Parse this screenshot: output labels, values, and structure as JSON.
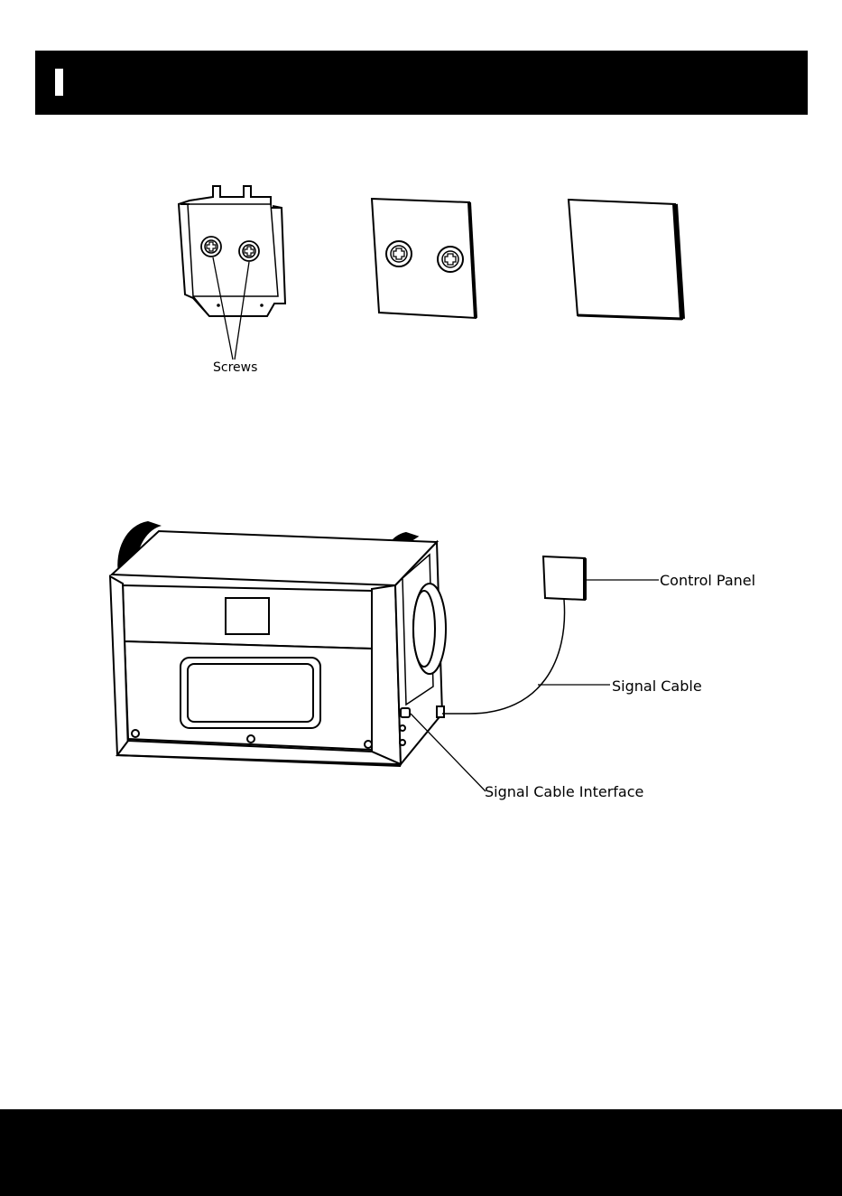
{
  "labels": {
    "screws": "Screws",
    "control_panel": "Control Panel",
    "signal_cable": "Signal Cable",
    "signal_cable_interface": "Signal Cable Interface"
  }
}
